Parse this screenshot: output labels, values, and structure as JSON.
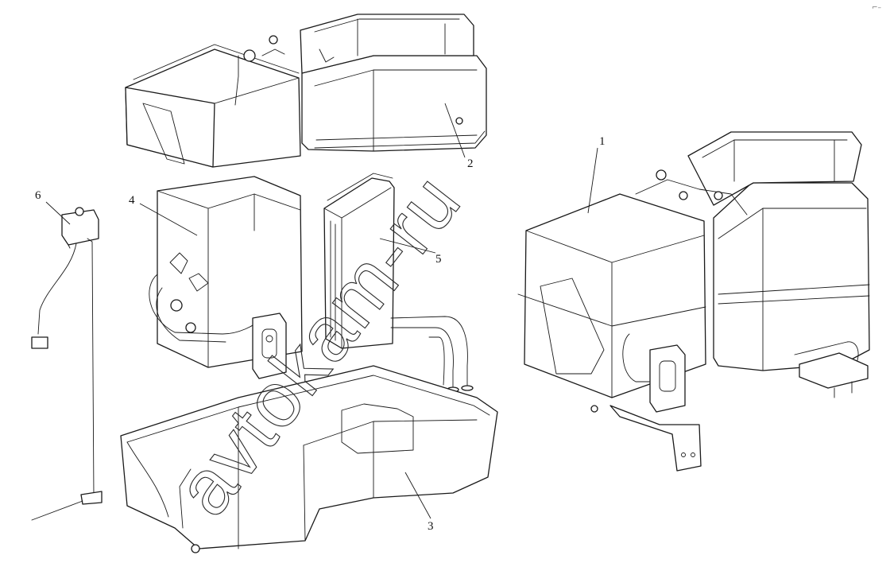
{
  "watermark": "avtokam-ru",
  "corner_mark": "⌐–",
  "callouts": {
    "c1": "1",
    "c2": "2",
    "c3": "3",
    "c4": "4",
    "c5": "5",
    "c6": "6"
  }
}
